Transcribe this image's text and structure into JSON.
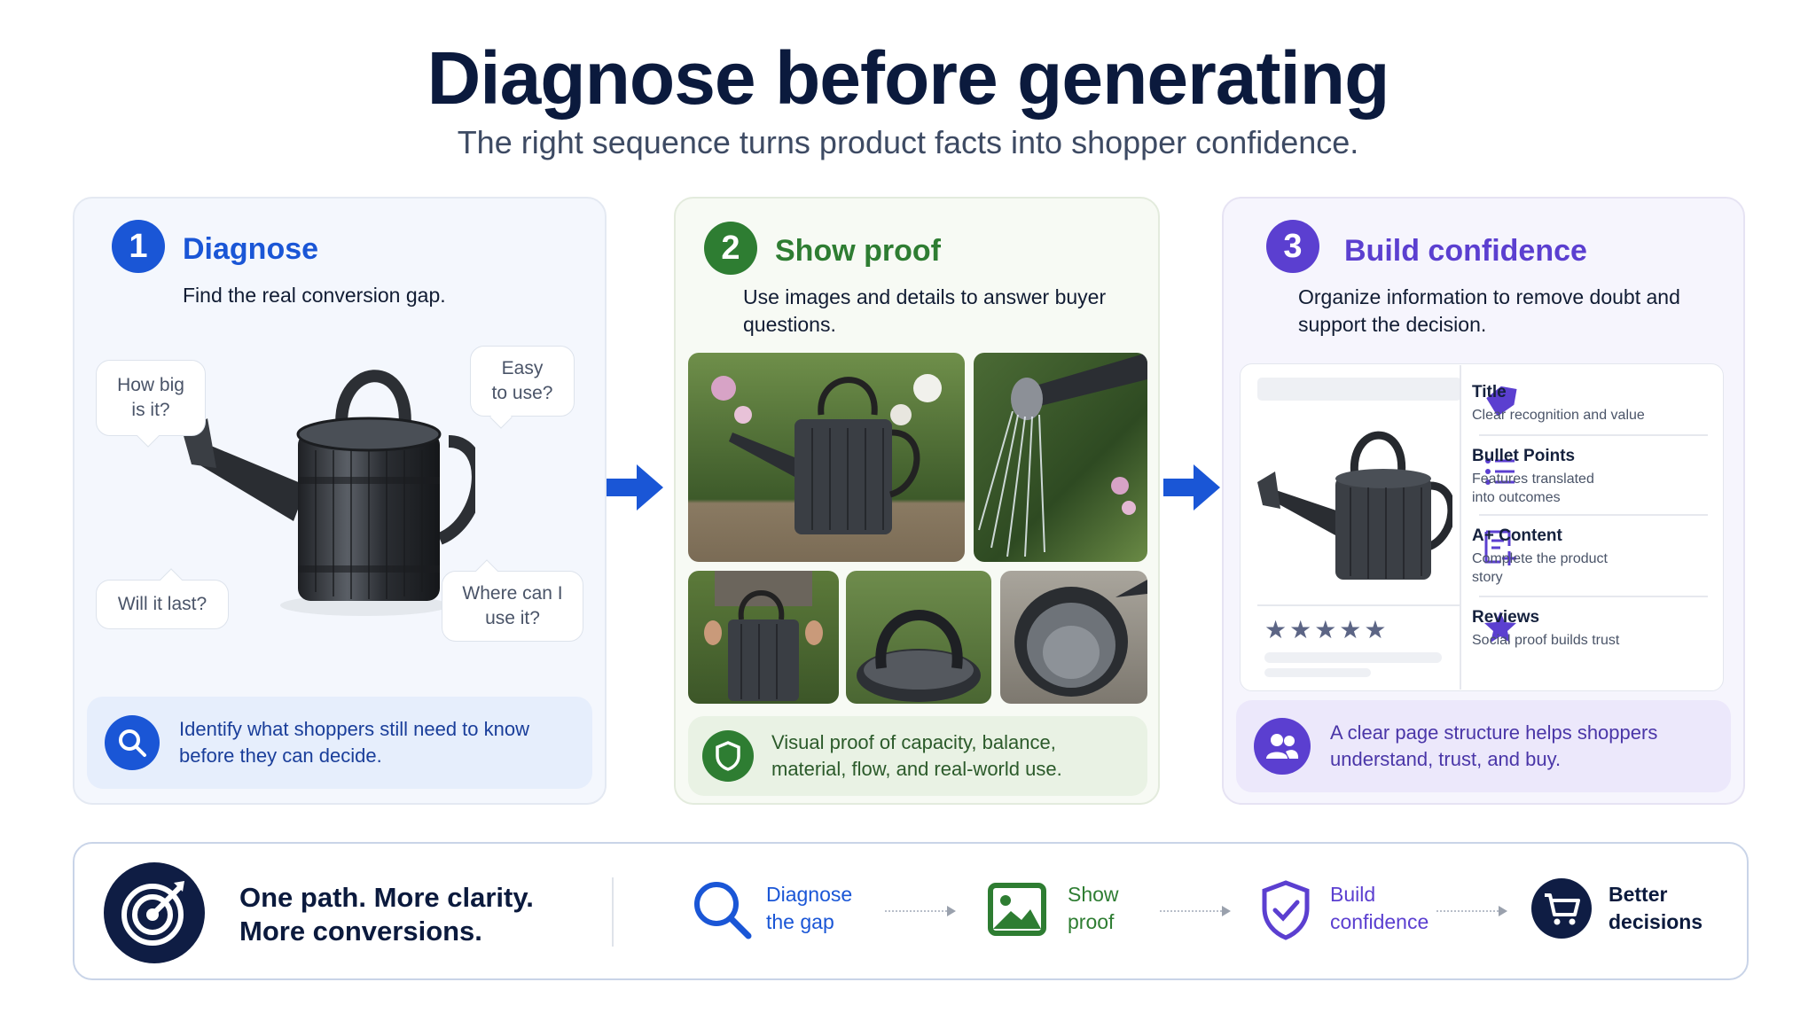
{
  "header": {
    "title": "Diagnose before generating",
    "subtitle": "The right sequence turns product facts into shopper confidence."
  },
  "steps": [
    {
      "number": "1",
      "title": "Diagnose",
      "description": "Find the real conversion gap.",
      "color": "#1a56d6",
      "questions": [
        "How big is it?",
        "Easy to use?",
        "Will it last?",
        "Where can I use it?"
      ],
      "callout": "Identify what shoppers still need to know before they can decide."
    },
    {
      "number": "2",
      "title": "Show proof",
      "description": "Use images and details to answer buyer questions.",
      "color": "#2e7d32",
      "callout": "Visual proof of capacity, balance, material, flow, and real-world use."
    },
    {
      "number": "3",
      "title": "Build confidence",
      "description": "Organize information to remove doubt and support the decision.",
      "color": "#5b3fd0",
      "listing": {
        "rating_stars": "★★★★★",
        "features": [
          {
            "title": "Title",
            "desc": "Clear recognition and value",
            "icon": "tag-icon"
          },
          {
            "title": "Bullet Points",
            "desc": "Features translated into outcomes",
            "icon": "list-icon"
          },
          {
            "title": "A+ Content",
            "desc": "Complete the product story",
            "icon": "document-add-icon"
          },
          {
            "title": "Reviews",
            "desc": "Social proof builds trust",
            "icon": "star-icon"
          }
        ]
      },
      "callout": "A clear page structure helps shoppers understand, trust, and buy."
    }
  ],
  "footer": {
    "tagline_line1": "One path. More clarity.",
    "tagline_line2": "More conversions.",
    "flow": [
      {
        "line1": "Diagnose",
        "line2": "the gap",
        "icon": "search-icon",
        "color": "#1a56d6"
      },
      {
        "line1": "Show",
        "line2": "proof",
        "icon": "image-icon",
        "color": "#2e7d32"
      },
      {
        "line1": "Build",
        "line2": "confidence",
        "icon": "shield-check-icon",
        "color": "#5b3fd0"
      },
      {
        "line1": "Better",
        "line2": "decisions",
        "icon": "cart-icon",
        "color": "#0b1a3d"
      }
    ]
  }
}
